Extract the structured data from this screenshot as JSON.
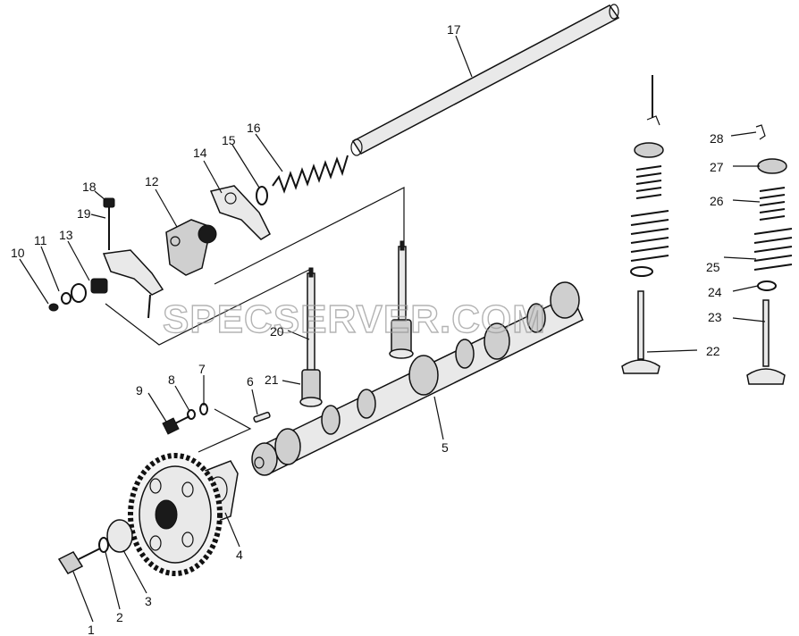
{
  "diagram": {
    "watermark": "SPECSERVER.COM",
    "parts": [
      {
        "id": "1"
      },
      {
        "id": "2"
      },
      {
        "id": "3"
      },
      {
        "id": "4"
      },
      {
        "id": "5"
      },
      {
        "id": "6"
      },
      {
        "id": "7"
      },
      {
        "id": "8"
      },
      {
        "id": "9"
      },
      {
        "id": "10"
      },
      {
        "id": "11"
      },
      {
        "id": "12"
      },
      {
        "id": "13"
      },
      {
        "id": "14"
      },
      {
        "id": "15"
      },
      {
        "id": "16"
      },
      {
        "id": "17"
      },
      {
        "id": "18"
      },
      {
        "id": "19"
      },
      {
        "id": "20"
      },
      {
        "id": "21"
      },
      {
        "id": "22"
      },
      {
        "id": "23"
      },
      {
        "id": "24"
      },
      {
        "id": "25"
      },
      {
        "id": "26"
      },
      {
        "id": "27"
      },
      {
        "id": "28"
      }
    ]
  },
  "colors": {
    "ink": "#111111",
    "background": "#ffffff",
    "watermark": "#9a9a9a"
  }
}
